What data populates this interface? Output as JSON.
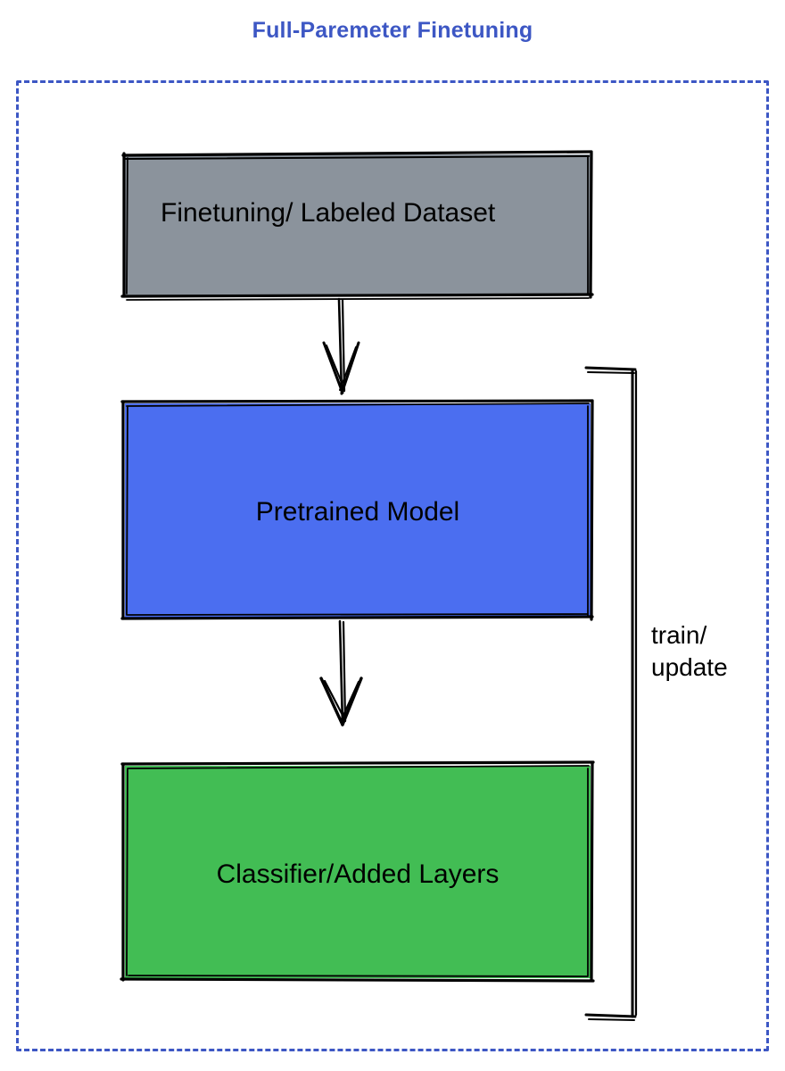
{
  "diagram": {
    "title": "Full-Paremeter Finetuning",
    "title_color": "#3d57c4",
    "frame": {
      "name": "dashed-container",
      "border_color": "#3d57c4",
      "border_style": "dashed"
    },
    "nodes": [
      {
        "id": "dataset",
        "label": "Finetuning/ Labeled Dataset",
        "fill": "#8b939c",
        "stroke": "#000000",
        "text_color": "#000000"
      },
      {
        "id": "pretrained-model",
        "label": "Pretrained Model",
        "fill": "#4b6ef0",
        "stroke": "#000000",
        "text_color": "#000000"
      },
      {
        "id": "classifier",
        "label": "Classifier/Added Layers",
        "fill": "#42bd54",
        "stroke": "#000000",
        "text_color": "#000000"
      }
    ],
    "edges": [
      {
        "id": "dataset-to-model",
        "from": "dataset",
        "to": "pretrained-model",
        "label": "",
        "style": "sketch-arrow-down"
      },
      {
        "id": "model-to-classifier",
        "from": "pretrained-model",
        "to": "classifier",
        "label": "",
        "style": "sketch-arrow-down"
      },
      {
        "id": "feedback-loop",
        "from": "classifier",
        "to": "pretrained-model",
        "label_line_1": "train/",
        "label_line_2": "update",
        "style": "sketch-bracket"
      }
    ]
  }
}
